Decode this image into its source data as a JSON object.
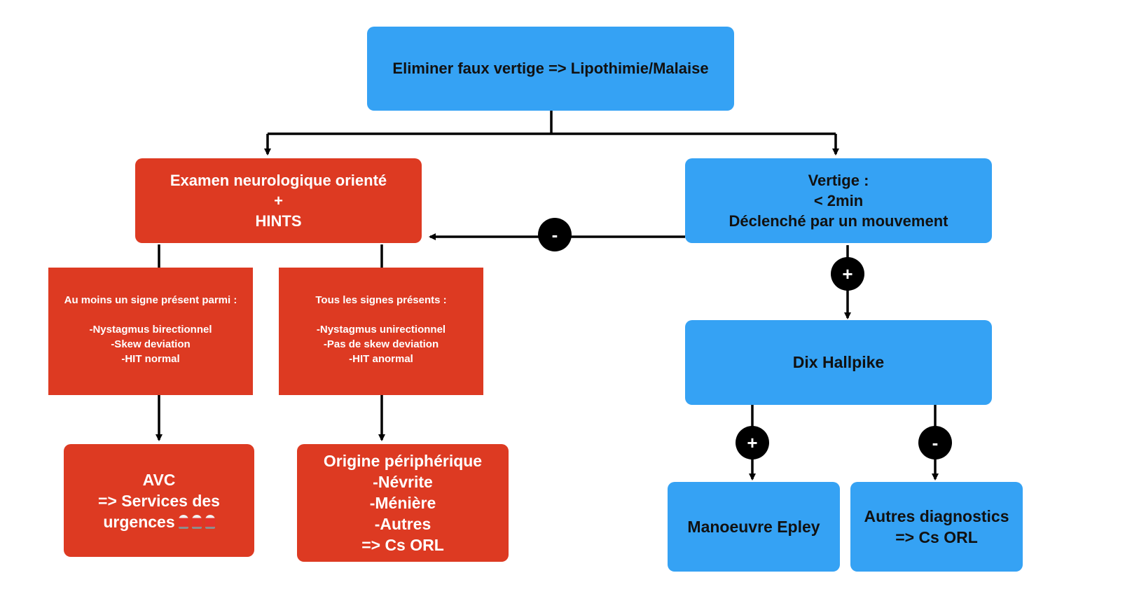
{
  "colors": {
    "blue": "#35a2f4",
    "red": "#dd3a22",
    "connector": "#000000"
  },
  "nodes": {
    "top": {
      "text": "Eliminer faux vertige => Lipothimie/Malaise"
    },
    "exam": {
      "line1": "Examen neurologique orienté",
      "line2": "+",
      "line3": "HINTS"
    },
    "vertige": {
      "line1": "Vertige :",
      "line2": "< 2min",
      "line3": "Déclenché par un mouvement"
    },
    "central_signs": {
      "title": "Au moins un signe présent parmi :",
      "items": [
        "-Nystagmus birectionnel",
        "-Skew deviation",
        "-HIT normal"
      ]
    },
    "peripheral_signs": {
      "title": "Tous les signes présents :",
      "items": [
        "-Nystagmus unirectionnel",
        "-Pas de skew deviation",
        "-HIT anormal"
      ]
    },
    "avc": {
      "line1": "AVC",
      "line2": "=> Services des",
      "line3": "urgences",
      "icon": "police-siren-icon"
    },
    "origine": {
      "lines": [
        "Origine périphérique",
        "-Névrite",
        "-Ménière",
        "-Autres",
        "=> Cs ORL"
      ]
    },
    "dix": {
      "text": "Dix Hallpike"
    },
    "epley": {
      "text": "Manoeuvre Epley"
    },
    "autres": {
      "line1": "Autres diagnostics",
      "line2": "=> Cs ORL"
    }
  },
  "badges": {
    "minus": "-",
    "plus": "+"
  }
}
